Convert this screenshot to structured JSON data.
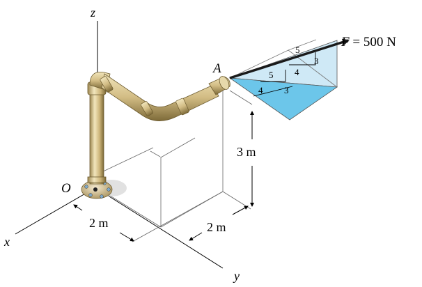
{
  "labels": {
    "axis_z": "z",
    "axis_x": "x",
    "axis_y": "y",
    "origin": "O",
    "point_a": "A",
    "force_symbol": "F",
    "force_value": " = 500 N",
    "dim_height": "3 m",
    "dim_x": "2 m",
    "dim_y": "2 m"
  },
  "slope_triangles": {
    "upper": {
      "hyp": "5",
      "horiz": "4",
      "vert": "3"
    },
    "lower": {
      "hyp": "5",
      "horiz": "4",
      "vert": "3"
    }
  },
  "colors": {
    "pipe": "#d8c693",
    "pipe_shadow": "#8f7b47",
    "plane_light": "#cfe9f6",
    "plane_dark": "#6cc6ea",
    "force_arrow": "#1a1a1a"
  }
}
